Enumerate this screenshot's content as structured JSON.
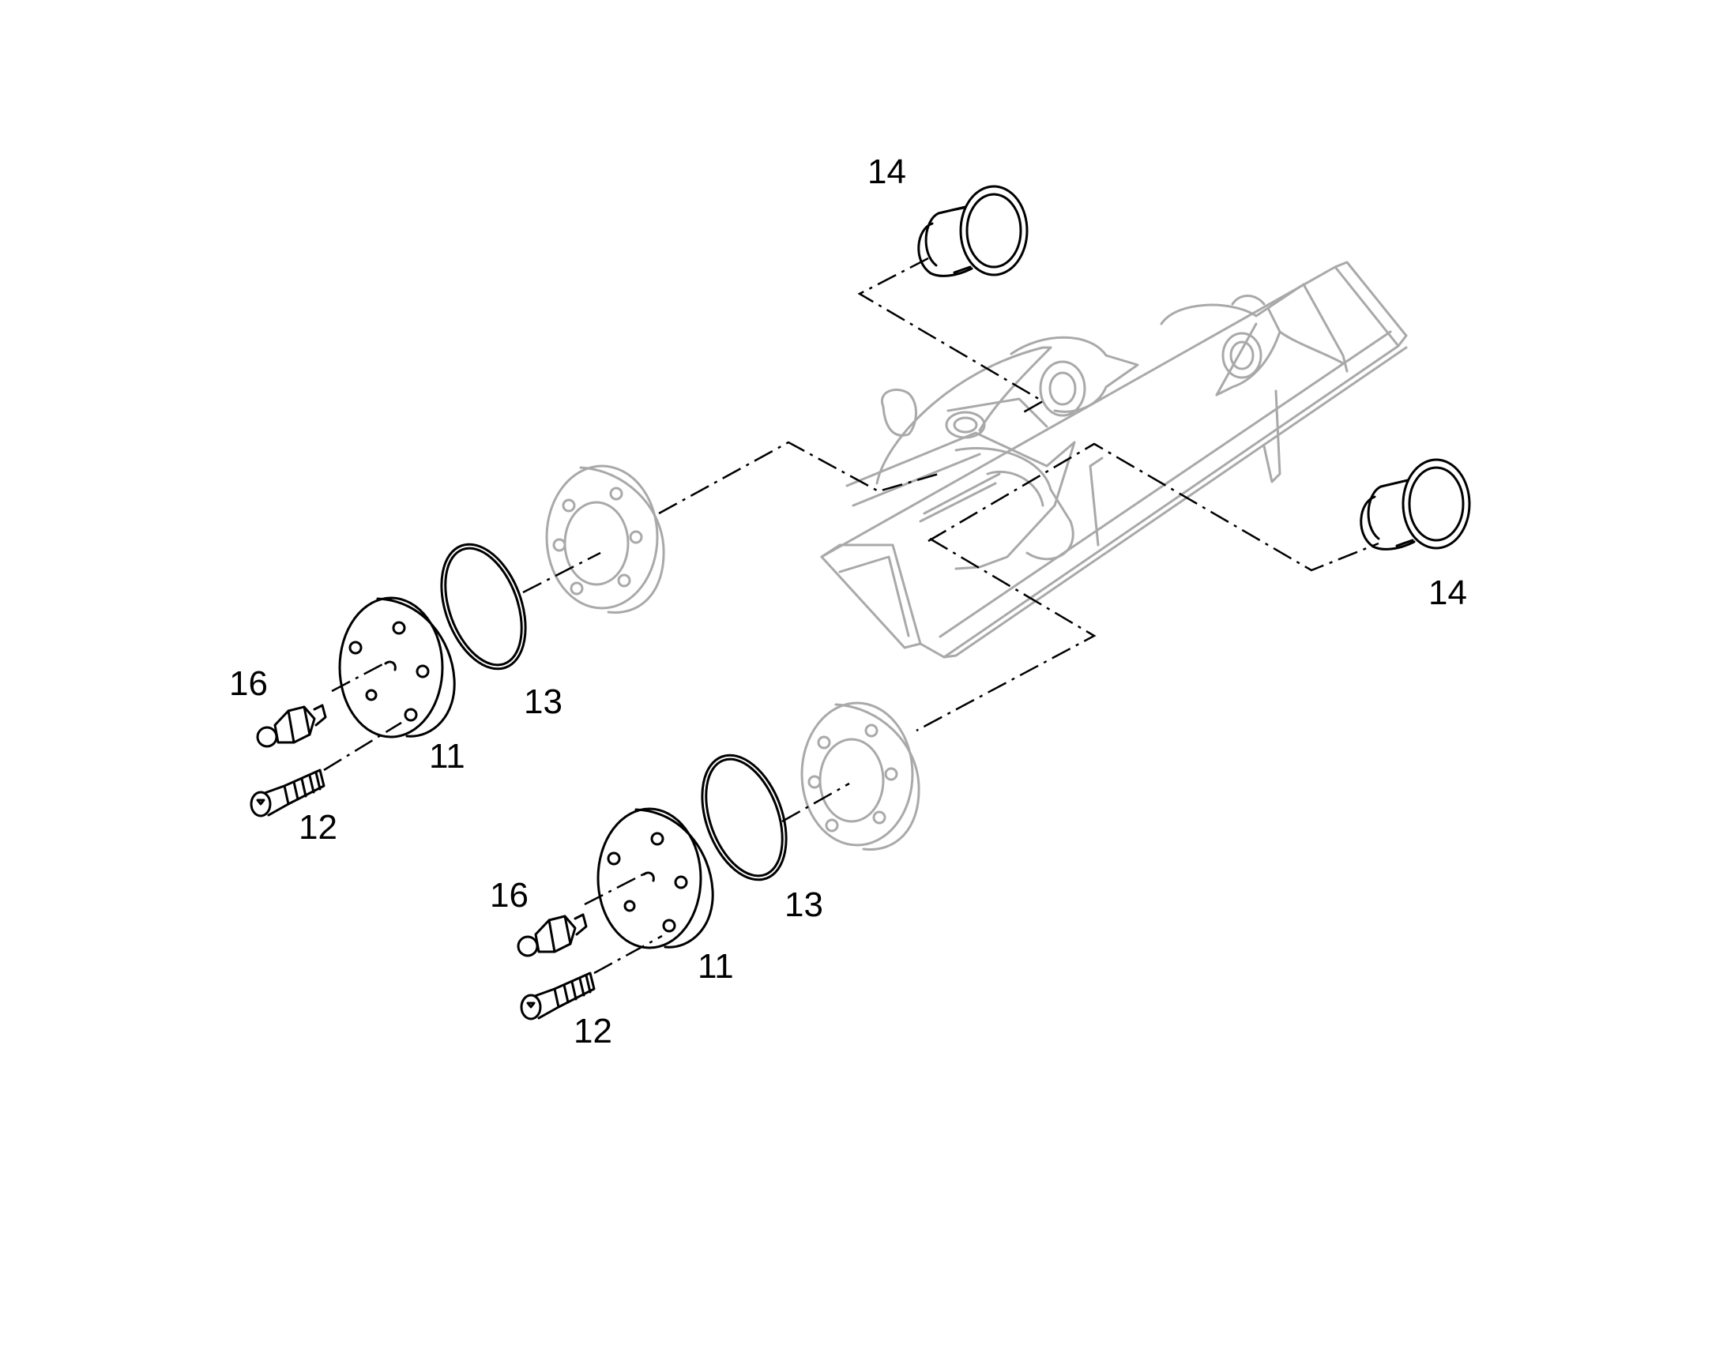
{
  "diagram": {
    "labels": {
      "bushing_top": "14",
      "bushing_right": "14",
      "fitting_upper": "16",
      "fitting_lower": "16",
      "cover_upper": "11",
      "cover_lower": "11",
      "screw_upper": "12",
      "screw_lower": "12",
      "oring_upper": "13",
      "oring_lower": "13"
    },
    "colors": {
      "ink": "#000000",
      "ghost": "#a9a9a9",
      "background": "#ffffff"
    }
  }
}
